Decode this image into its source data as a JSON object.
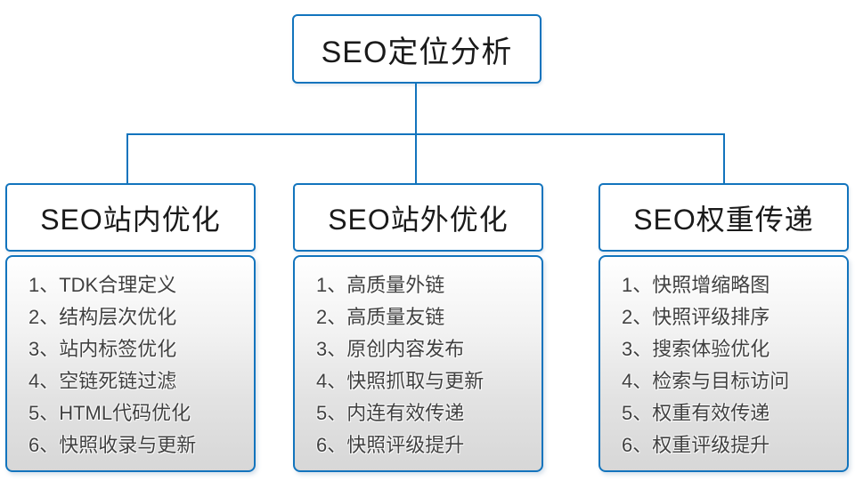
{
  "theme": {
    "line_color": "#1274bd",
    "header_text_color": "#1a1a1a",
    "item_text_color": "#404040",
    "list_fill_top": "#ffffff",
    "list_fill_bottom": "#d7d7d7"
  },
  "diagram": {
    "root": {
      "label": "SEO定位分析"
    },
    "columns": [
      {
        "header": "SEO站内优化",
        "items": [
          "1、TDK合理定义",
          "2、结构层次优化",
          "3、站内标签优化",
          "4、空链死链过滤",
          "5、HTML代码优化",
          "6、快照收录与更新"
        ]
      },
      {
        "header": "SEO站外优化",
        "items": [
          "1、高质量外链",
          "2、高质量友链",
          "3、原创内容发布",
          "4、快照抓取与更新",
          "5、内连有效传递",
          "6、快照评级提升"
        ]
      },
      {
        "header": "SEO权重传递",
        "items": [
          "1、快照增缩略图",
          "2、快照评级排序",
          "3、搜索体验优化",
          "4、检索与目标访问",
          "5、权重有效传递",
          "6、权重评级提升"
        ]
      }
    ]
  }
}
